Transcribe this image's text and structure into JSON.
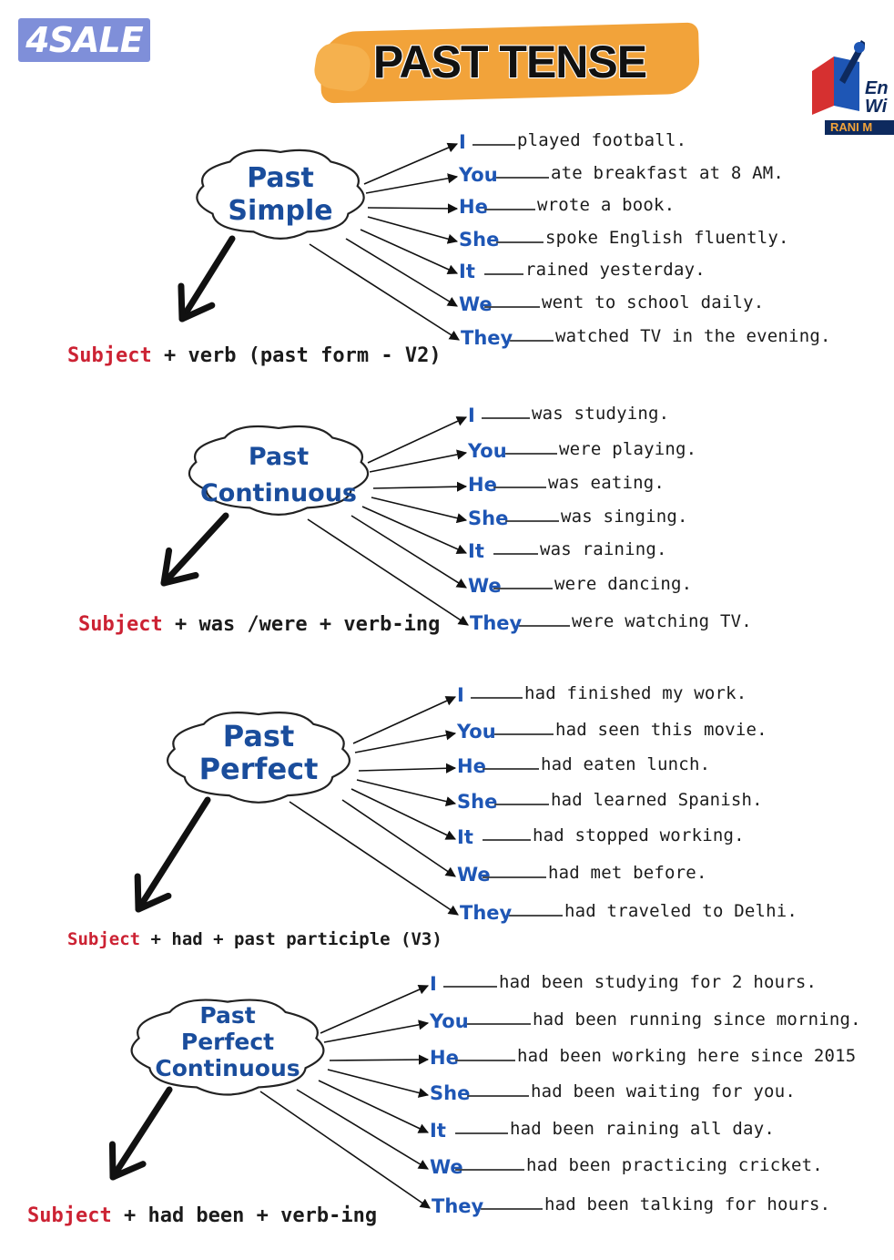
{
  "badge": "4SALE",
  "title": "PAST TENSE",
  "logo": {
    "line1": "En",
    "line2": "Wi",
    "bar": "RANI M"
  },
  "sections": [
    {
      "name": "past-simple",
      "cloud": [
        "Past",
        "Simple"
      ],
      "formula": {
        "subject": "Subject",
        "rest": " + verb (past form - V2)"
      },
      "rows": [
        {
          "subject": "I",
          "text": "played football."
        },
        {
          "subject": "You",
          "text": "ate breakfast at 8 AM."
        },
        {
          "subject": "He",
          "text": "wrote a book."
        },
        {
          "subject": "She",
          "text": "spoke English fluently."
        },
        {
          "subject": "It",
          "text": "rained yesterday."
        },
        {
          "subject": "We",
          "text": "went to school daily."
        },
        {
          "subject": "They",
          "text": "watched TV in the evening."
        }
      ]
    },
    {
      "name": "past-continuous",
      "cloud": [
        "Past",
        "Continuous"
      ],
      "formula": {
        "subject": "Subject",
        "rest": " + was /were + verb-ing"
      },
      "rows": [
        {
          "subject": "I",
          "text": "was studying."
        },
        {
          "subject": "You",
          "text": "were playing."
        },
        {
          "subject": "He",
          "text": "was eating."
        },
        {
          "subject": "She",
          "text": "was singing."
        },
        {
          "subject": "It",
          "text": "was raining."
        },
        {
          "subject": "We",
          "text": "were dancing."
        },
        {
          "subject": "They",
          "text": "were watching TV."
        }
      ]
    },
    {
      "name": "past-perfect",
      "cloud": [
        "Past",
        "Perfect"
      ],
      "formula": {
        "subject": "Subject",
        "rest": " + had + past participle (V3)"
      },
      "rows": [
        {
          "subject": "I",
          "text": "had finished my work."
        },
        {
          "subject": "You",
          "text": "had seen this movie."
        },
        {
          "subject": "He",
          "text": "had eaten lunch."
        },
        {
          "subject": "She",
          "text": "had learned Spanish."
        },
        {
          "subject": "It",
          "text": "had stopped working."
        },
        {
          "subject": "We",
          "text": "had met before."
        },
        {
          "subject": "They",
          "text": "had traveled to Delhi."
        }
      ]
    },
    {
      "name": "past-perfect-continuous",
      "cloud": [
        "Past",
        "Perfect",
        "Continuous"
      ],
      "formula": {
        "subject": "Subject",
        "rest": " + had been + verb-ing"
      },
      "rows": [
        {
          "subject": "I",
          "text": "had been studying for 2 hours."
        },
        {
          "subject": "You",
          "text": "had been running since morning."
        },
        {
          "subject": "He",
          "text": "had been working here since 2015"
        },
        {
          "subject": "She",
          "text": "had been waiting for you."
        },
        {
          "subject": "It",
          "text": "had been raining all day."
        },
        {
          "subject": "We",
          "text": "had been practicing cricket."
        },
        {
          "subject": "They",
          "text": "had been talking for hours."
        }
      ]
    }
  ]
}
